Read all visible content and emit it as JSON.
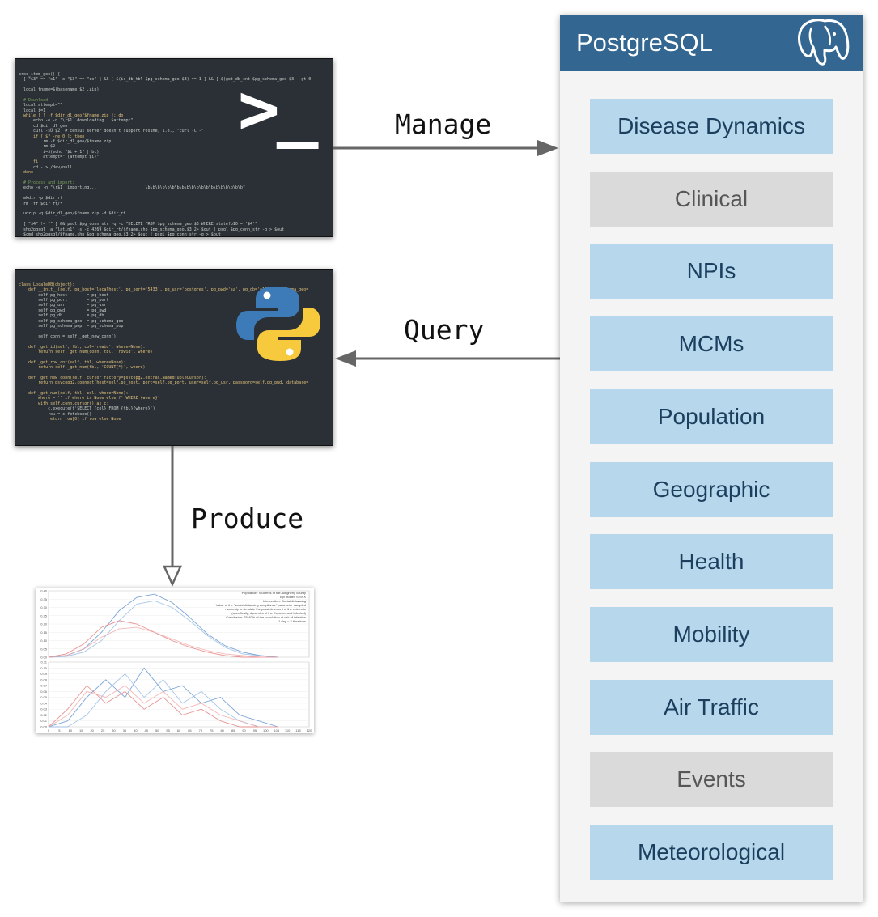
{
  "colors": {
    "postgres_blue": "#336791",
    "table_active": "#b7d7ec",
    "table_inactive": "#dadada",
    "terminal_bg": "#2b2f36",
    "arrow": "#666666",
    "python_blue": "#3d7ab8",
    "python_yellow": "#f7ca3e"
  },
  "edges": {
    "manage": "Manage",
    "query": "Query",
    "produce": "Produce"
  },
  "database": {
    "title": "PostgreSQL",
    "logo_icon": "postgresql-elephant-icon",
    "tables": [
      {
        "label": "Disease Dynamics",
        "active": true
      },
      {
        "label": "Clinical",
        "active": false
      },
      {
        "label": "NPIs",
        "active": true
      },
      {
        "label": "MCMs",
        "active": true
      },
      {
        "label": "Population",
        "active": true
      },
      {
        "label": "Geographic",
        "active": true
      },
      {
        "label": "Health",
        "active": true
      },
      {
        "label": "Mobility",
        "active": true
      },
      {
        "label": "Air Traffic",
        "active": true
      },
      {
        "label": "Events",
        "active": false
      },
      {
        "label": "Meteorological",
        "active": true
      }
    ]
  },
  "bash_script": {
    "icon": "terminal-prompt-icon",
    "prompt_glyph": ">_",
    "lines": [
      "proc_item_geo() {",
      "  [ \"$3\" == \"s1\" -o \"$3\" == \"co\" ] && [ $(is_db_tbl $pg_schema_geo $3) == 1 ] && [ $(get_db_cnt $pg_schema_geo $3) -gt 0",
      "",
      "  local fname=$(basename $2 .zip)",
      "",
      "  # Download:",
      "  local attempt=\"\"",
      "  local i=1",
      "  while [ ! -f $dir_dl_geo/$fname.zip ]; do",
      "      echo -e -n \"\\r$1  downloading...$attempt\"",
      "      cd $dir_dl_geo",
      "      curl -sO $2  # census server doesn't support resume, i.e., \"curl -C -\"",
      "      if [ $? -ne 0 ]; then",
      "          rm -f $dir_dl_geo/$fname.zip",
      "          rm $2",
      "          i=$(echo \"$i + 1\" | bc)",
      "          attempt=\" (attempt $i)\"",
      "      fi",
      "      cd - > /dev/null",
      "  done",
      "",
      "  # Process and import:",
      "  echo -e -n \"\\r$1  importing...                    \\b\\b\\b\\b\\b\\b\\b\\b\\b\\b\\b\\b\\b\\b\\b\\b\\b\\b\\b\\b\"",
      "",
      "  mkdir -p $dir_rt",
      "  rm -fr $dir_rt/*",
      "",
      "  unzip -q $dir_dl_geo/$fname.zip -d $dir_rt",
      "",
      "  [ \"$4\" != \"\" ] && psql $pg_conn_str -q -c \"DELETE FROM $pg_schema_geo.$3 WHERE statefp10 = '$4'\"",
      "  shp2pgsql -a \"latin1\" -s -c 4269 $dir_rt/$fname.shp $pg_schema_geo.$3 2> $out | psql $pg_conn_str -q > $out",
      "  $cmd_shp2pgsql/$fname.shp $pg_schema_geo.$3 2> $out | psql $pg_conn_str -q > $out",
      "",
      "  rm -fr $dir_rt/*",
      "  echo -e \"\\r$1  done\"",
      "}"
    ]
  },
  "python_script": {
    "icon": "python-logo-icon",
    "lines": [
      "class LocaleDB(object):",
      "    def __init__(self, pg_host='localhost', pg_port='5433', pg_usr='postgres', pg_pwd='sa', pg_db='c19', pg_schema_geo=",
      "        self.pg_host        = pg_host",
      "        self.pg_port        = pg_port",
      "        self.pg_usr         = pg_usr",
      "        self.pg_pwd         = pg_pwd",
      "        self.pg_db          = pg_db",
      "        self.pg_schema_geo  = pg_schema_geo",
      "        self.pg_schema_pop  = pg_schema_pop",
      "",
      "        self.conn = self._get_new_conn()",
      "",
      "    def _get_id(self, tbl, col='rowid', where=None):",
      "        return self._get_num(conn, tbl, 'rowid', where)",
      "",
      "    def _get_row_cnt(self, tbl, where=None):",
      "        return self._get_num(tbl, 'COUNT(*)', where)",
      "",
      "    def _get_new_conn(self, cursor_factory=psycopg2.extras.NamedTupleCursor):",
      "        return psycopg2.connect(host=self.pg_host, port=self.pg_port, user=self.pg_usr, password=self.pg_pwd, database=",
      "",
      "    def _get_num(self, tbl, col, where=None):",
      "        where = '' if where is None else f' WHERE {where}'",
      "        with self.conn.cursor() as c:",
      "            c.execute(f'SELECT {col} FROM {tbl}{where}')",
      "            row = c.fetchone()",
      "            return row[0] if row else None"
    ]
  },
  "simulation_plot": {
    "caption_lines": [
      "Population: Students of the Allegheny county",
      "Epi model: SEIRX",
      "Intervention: Social distancing",
      "",
      "Value of the \"social distancing compliance\" parameter sampled",
      "randomly to simulate the possible extent of the epidemic",
      "(specifically, dynamics of the Exposed and Infected)",
      "",
      "Conclusion: 25-40% of the population at risk of infection",
      "",
      "1 day = 2 iterations"
    ]
  },
  "chart_data": {
    "type": "line",
    "top_panel": {
      "y_ticks": [
        "0.40",
        "0.35",
        "0.30",
        "0.25",
        "0.20",
        "0.15",
        "0.10",
        "0.05",
        "0.00"
      ],
      "ylim": [
        0,
        0.4
      ],
      "series": [
        {
          "color": "#4f86c8",
          "values": [
            0.0,
            0.01,
            0.05,
            0.15,
            0.28,
            0.36,
            0.38,
            0.33,
            0.24,
            0.14,
            0.07,
            0.03,
            0.01,
            0.0
          ]
        },
        {
          "color": "#e07070",
          "values": [
            0.0,
            0.02,
            0.08,
            0.18,
            0.22,
            0.2,
            0.15,
            0.1,
            0.06,
            0.03,
            0.01,
            0.0,
            0.0,
            0.0
          ]
        },
        {
          "color": "#8ab4e0",
          "values": [
            0.0,
            0.005,
            0.03,
            0.1,
            0.22,
            0.32,
            0.34,
            0.3,
            0.22,
            0.13,
            0.06,
            0.02,
            0.01,
            0.0
          ]
        },
        {
          "color": "#f0a0a0",
          "values": [
            0.0,
            0.01,
            0.05,
            0.12,
            0.17,
            0.18,
            0.15,
            0.11,
            0.07,
            0.04,
            0.02,
            0.01,
            0.0,
            0.0
          ]
        }
      ]
    },
    "bottom_panel": {
      "y_ticks": [
        "0.11",
        "0.10",
        "0.09",
        "0.08",
        "0.07",
        "0.06",
        "0.05",
        "0.04",
        "0.03",
        "0.02",
        "0.01",
        "0.00"
      ],
      "x_ticks": [
        "0",
        "5",
        "10",
        "15",
        "20",
        "25",
        "30",
        "35",
        "40",
        "45",
        "50",
        "55",
        "60",
        "65",
        "70",
        "75",
        "80",
        "85",
        "90",
        "95",
        "100",
        "105",
        "110",
        "115",
        "120"
      ],
      "ylim": [
        0,
        0.11
      ],
      "series": [
        {
          "color": "#4f86c8",
          "values": [
            0.0,
            0.01,
            0.05,
            0.08,
            0.05,
            0.1,
            0.06,
            0.07,
            0.04,
            0.05,
            0.02,
            0.01,
            0.0
          ]
        },
        {
          "color": "#e07070",
          "values": [
            0.0,
            0.03,
            0.07,
            0.04,
            0.06,
            0.03,
            0.05,
            0.02,
            0.03,
            0.01,
            0.0,
            0.0,
            0.0
          ]
        },
        {
          "color": "#8ab4e0",
          "values": [
            0.0,
            0.0,
            0.02,
            0.06,
            0.09,
            0.05,
            0.08,
            0.04,
            0.06,
            0.03,
            0.01,
            0.0,
            0.0
          ]
        },
        {
          "color": "#f0a0a0",
          "values": [
            0.0,
            0.02,
            0.06,
            0.05,
            0.07,
            0.04,
            0.06,
            0.03,
            0.04,
            0.02,
            0.01,
            0.0,
            0.0
          ]
        }
      ]
    }
  }
}
